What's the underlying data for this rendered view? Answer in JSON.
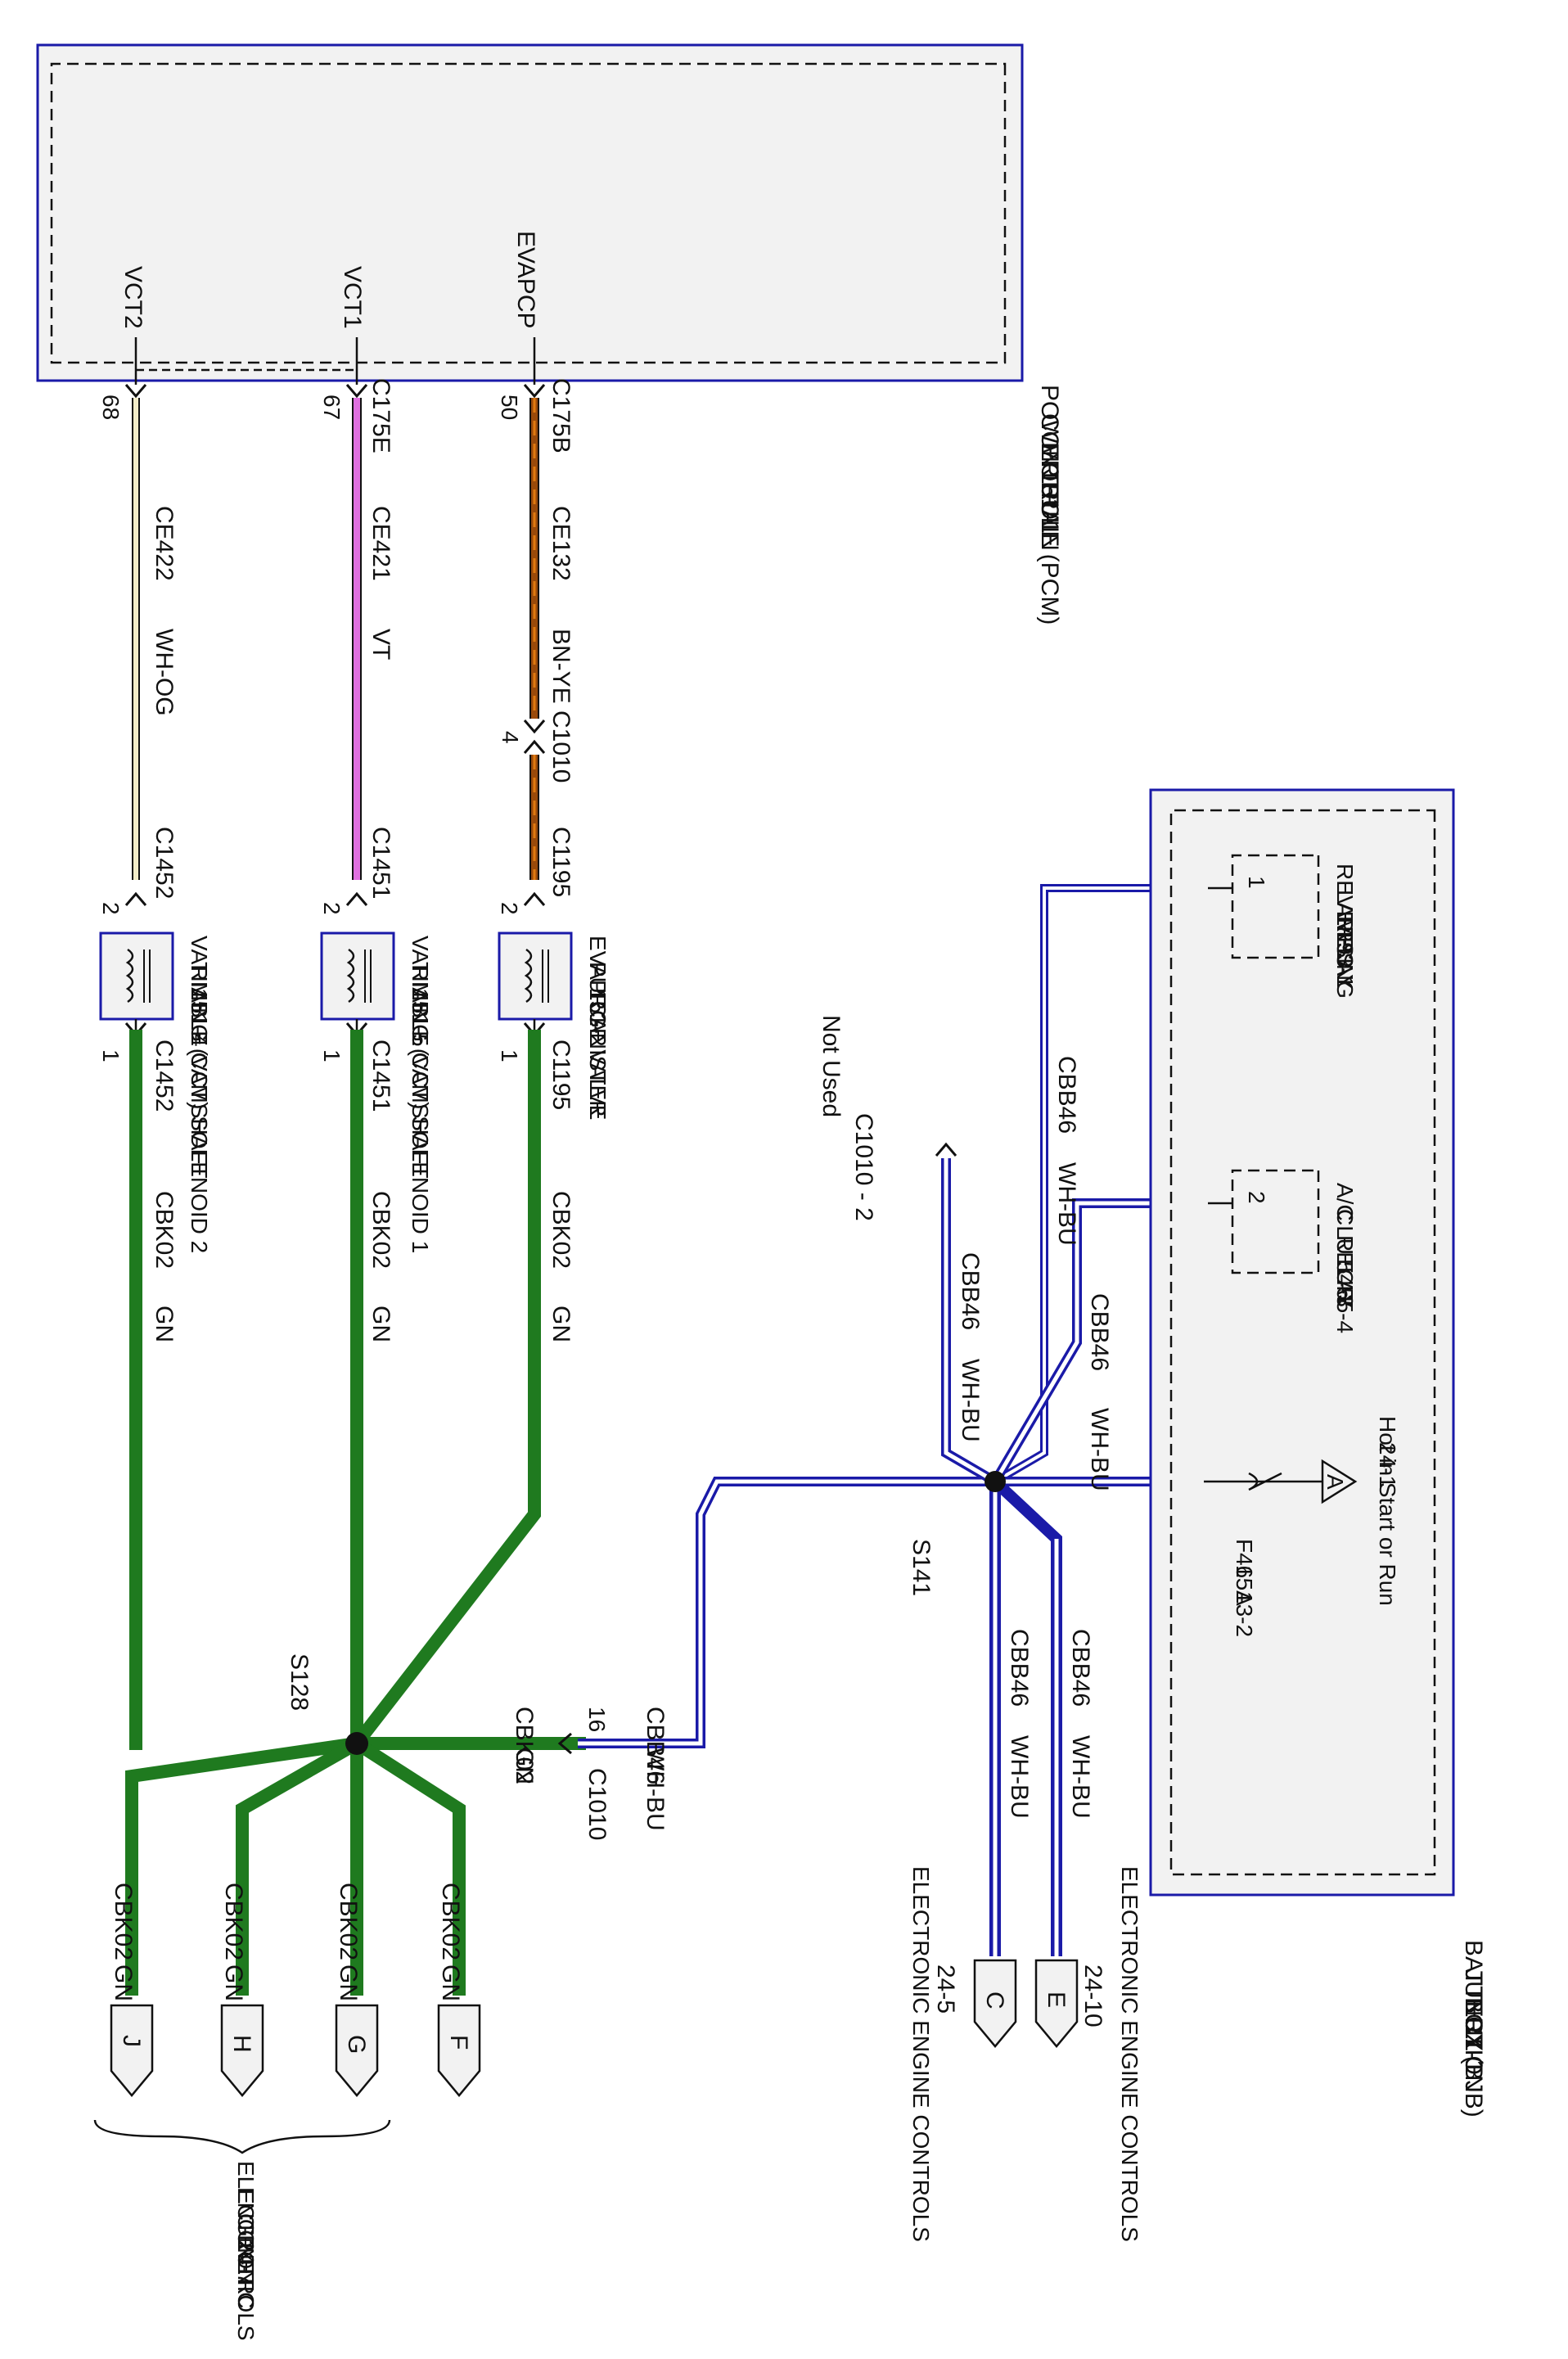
{
  "pcm": {
    "title_lines": [
      "POWERTRAIN",
      "CONTROL",
      "MODULE (PCM)",
      "151-1"
    ],
    "pins": [
      {
        "signal": "VCT2",
        "pin": "68",
        "connector": "",
        "circuit": "CE422",
        "color": "WH-OG"
      },
      {
        "signal": "VCT1",
        "pin": "67",
        "connector": "C175E",
        "circuit": "CE421",
        "color": "VT"
      },
      {
        "signal": "EVAPCP",
        "pin": "50",
        "connector": "C175B",
        "circuit": "CE132",
        "color": "BN-YE"
      }
    ]
  },
  "inline_c1010": {
    "connector": "C1010",
    "pin": "4"
  },
  "components": [
    {
      "title_lines": [
        "VARIABLE CAMSHAFT",
        "TIMING (VCT) SOLENOID 2",
        "151-4"
      ],
      "connector": "C1452",
      "pin_in": "2",
      "pin_out": "1",
      "ground_circuit": "CBK02",
      "ground_color": "GN"
    },
    {
      "title_lines": [
        "VARIABLE CAMSHAFT",
        "TIMING (VCT) SOLENOID 1",
        "151-5"
      ],
      "connector": "C1451",
      "pin_in": "2",
      "pin_out": "1",
      "ground_circuit": "CBK02",
      "ground_color": "GN"
    },
    {
      "title_lines": [
        "EVAP CANISTER",
        "PURGE VALVE",
        "151-2"
      ],
      "connector": "C1195",
      "pin_in": "2",
      "pin_out": "1",
      "ground_circuit": "CBK02",
      "ground_color": "GN"
    }
  ],
  "splice_s128": {
    "name": "S128",
    "link_circuit": "CBK02",
    "link_color": "GN",
    "c1010_pin": "16",
    "c1010_connector": "C1010",
    "out_circuit": "CBB46",
    "out_color": "WH-BU",
    "branch_circuit": "CBK02",
    "branch_color": "GN",
    "targets": [
      "J",
      "H",
      "G",
      "F"
    ],
    "targets_ref_lines": [
      "ELECTRONIC",
      "ENGINE",
      "CONTROLS",
      "24-7"
    ]
  },
  "splice_s141": {
    "name": "S141",
    "not_used_connector": "C1010 - 2",
    "not_used_label": "Not Used",
    "circuit": "CBB46",
    "color": "WH-BU",
    "outputs": [
      {
        "letter": "C",
        "ref": "24-5",
        "name": "ELECTRONIC ENGINE CONTROLS"
      },
      {
        "letter": "E",
        "ref": "24-10",
        "name": "ELECTRONIC ENGINE CONTROLS"
      }
    ]
  },
  "bjb": {
    "title_lines": [
      "BATTERY",
      "JUNCTION",
      "BOX (BJB)",
      "11-1"
    ],
    "reversing_relay": {
      "pin": "1",
      "lines": [
        "REVERSING",
        "LAMPS",
        "RELAY",
        "93-1"
      ]
    },
    "ac_relay": {
      "pin": "2",
      "lines": [
        "A/C",
        "CLUTCH",
        "RELAY",
        "54-3",
        "55-4"
      ]
    },
    "fuse": {
      "name": "F46",
      "rating": "15A",
      "ref": "13-2"
    },
    "feed": {
      "letter": "A",
      "lines": [
        "Hot in Start or Run",
        "24-1"
      ]
    }
  },
  "colors": {
    "module_border": "#1a1aa8",
    "module_fill": "#f2f2f2",
    "wire_green": "#1f7a1f",
    "wire_blue": "#1a1aa8",
    "wire_violet": "#e070e0",
    "wire_brown": "#9a4a0a",
    "wire_orange": "#e07a10",
    "wire_cream": "#f2ecc8"
  }
}
